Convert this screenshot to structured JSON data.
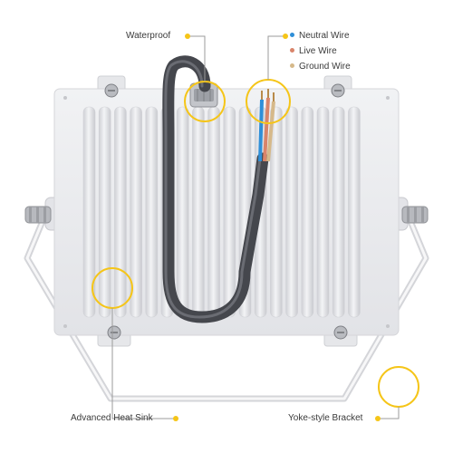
{
  "callouts": {
    "waterproof": "Waterproof",
    "heat_sink": "Advanced Heat Sink",
    "bracket": "Yoke-style Bracket"
  },
  "legend": [
    {
      "label": "Neutral Wire",
      "color": "#2f8fd8"
    },
    {
      "label": "Live Wire",
      "color": "#d9846a"
    },
    {
      "label": "Ground Wire",
      "color": "#d6b98a"
    }
  ],
  "colors": {
    "accent": "#f5c518",
    "body": "#e9eaed",
    "fin": "#dcdde2",
    "cable": "#4a4c52"
  }
}
